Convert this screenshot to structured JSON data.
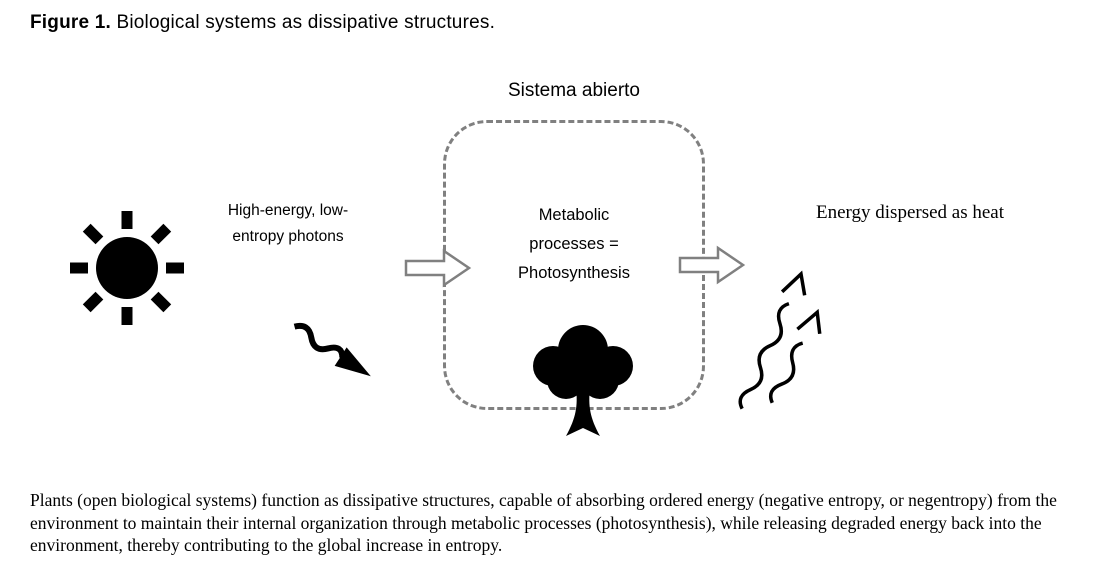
{
  "figure": {
    "label": "Figure 1.",
    "title_rest": " Biological systems as dissipative structures."
  },
  "diagram": {
    "system_label": "Sistema abierto",
    "input_label": "High-energy, low-\nentropy photons",
    "process_label": "Metabolic\nprocesses =\nPhotosynthesis",
    "output_label": "Energy dispersed as heat",
    "icons": {
      "sun": "sun-icon",
      "photon_arrow": "wavy-arrow-down-right-icon",
      "input_arrow": "block-arrow-right-icon",
      "tree": "tree-icon",
      "output_arrow": "block-arrow-right-icon",
      "heat_arrows": "wavy-arrow-up-right-icon"
    }
  },
  "caption": "Plants (open biological systems) function as dissipative structures, capable of absorbing ordered energy (negative entropy, or negentropy) from the environment to maintain their internal organization through metabolic processes (photosynthesis), while releasing degraded energy back into the environment, thereby contributing to the global increase in entropy.",
  "colors": {
    "background": "#ffffff",
    "ink": "#000000",
    "dashed_border": "#808080",
    "block_arrow_outline": "#808080"
  }
}
